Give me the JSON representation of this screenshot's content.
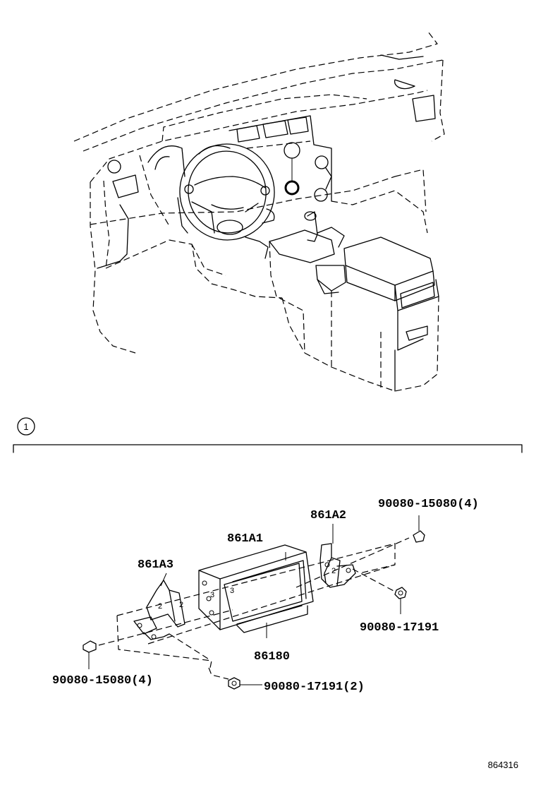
{
  "callout_number": "1",
  "parts": {
    "display_unit": "861A1",
    "bracket_right": "861A2",
    "bracket_left": "861A3",
    "receiver": "86180",
    "bolt_right": "90080-15080(4)",
    "nut_right": "90080-17191",
    "bolt_left": "90080-15080(4)",
    "nut_left": "90080-17191(2)"
  },
  "diagram_ref": "864316"
}
